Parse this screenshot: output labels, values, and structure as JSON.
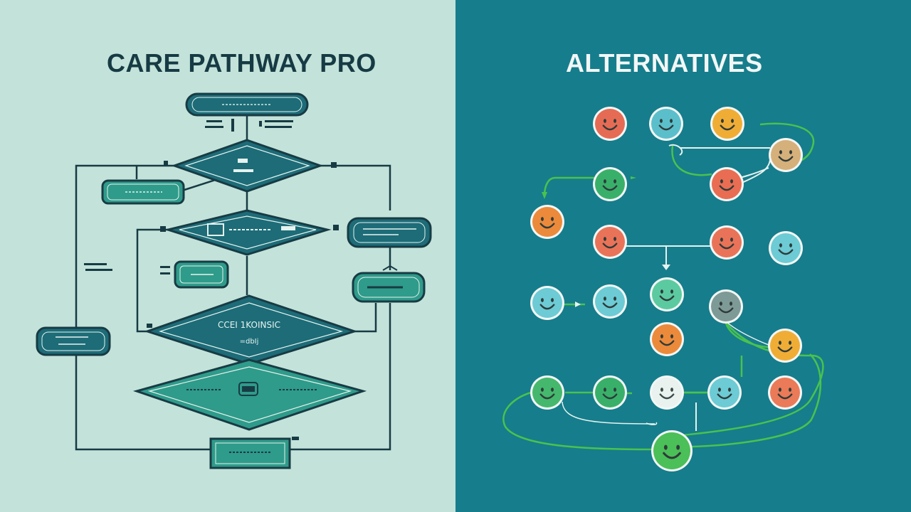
{
  "left": {
    "title": "CARE PATHWAY PRO",
    "background": "#c3e3da",
    "ink": "#173b44",
    "node_fill": "#1d6c78",
    "accent_fill": "#2f9b8a",
    "decision_text": [
      "CCEI 1KOINSIC",
      "=dbIj"
    ]
  },
  "right": {
    "title": "ALTERNATIVES",
    "background": "#167d8c",
    "connector_color": "#49c24f",
    "faces": [
      {
        "id": "f1",
        "color": "#e66b55"
      },
      {
        "id": "f2",
        "color": "#5bbfcb"
      },
      {
        "id": "f3",
        "color": "#f0ad35"
      },
      {
        "id": "f4",
        "color": "#d6b07a"
      },
      {
        "id": "f5",
        "color": "#39b06a"
      },
      {
        "id": "f6",
        "color": "#e96d52"
      },
      {
        "id": "f7",
        "color": "#ec8a3b"
      },
      {
        "id": "f8",
        "color": "#e97358"
      },
      {
        "id": "f9",
        "color": "#e97358"
      },
      {
        "id": "f10",
        "color": "#6ccbd4"
      },
      {
        "id": "f11",
        "color": "#6ccbd4"
      },
      {
        "id": "f12",
        "color": "#6ccbd4"
      },
      {
        "id": "f13",
        "color": "#5ccaa0"
      },
      {
        "id": "f14",
        "color": "#7e9a96"
      },
      {
        "id": "f15",
        "color": "#ec8a3b"
      },
      {
        "id": "f16",
        "color": "#f0ad35"
      },
      {
        "id": "f17",
        "color": "#45b86d"
      },
      {
        "id": "f18",
        "color": "#39b06a"
      },
      {
        "id": "f19",
        "color": "#e9f2ee"
      },
      {
        "id": "f20",
        "color": "#6ccbd4"
      },
      {
        "id": "f21",
        "color": "#ea7a58"
      },
      {
        "id": "f22",
        "color": "#4bbf58"
      }
    ]
  }
}
